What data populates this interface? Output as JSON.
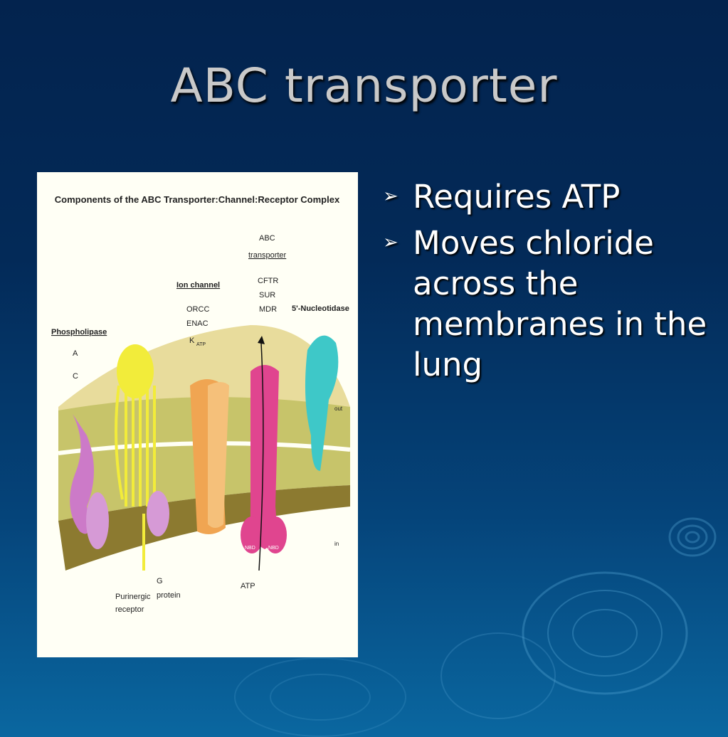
{
  "slide": {
    "title": "ABC transporter",
    "bullets": [
      {
        "text": "Requires ATP"
      },
      {
        "text": "Moves chloride across the membranes in the lung"
      }
    ],
    "bullet_icon": "arrowhead-bullet-icon"
  },
  "figure": {
    "title": "Components of the ABC Transporter:Channel:Receptor Complex",
    "labels": {
      "phospholipase": "Phospholipase",
      "phospholipase_sub_a": "A",
      "phospholipase_sub_c": "C",
      "ion_channel": "Ion channel",
      "ion_channel_items": [
        "ORCC",
        "ENAC",
        "K"
      ],
      "katp_sub": "ATP",
      "abc_transporter_line1": "ABC",
      "abc_transporter_line2": "transporter",
      "abc_items": [
        "CFTR",
        "SUR",
        "MDR"
      ],
      "nucleotidase": "5'-Nucleotidase",
      "out": "out",
      "in": "in",
      "nbd1": "NBD",
      "nbd2": "NBD",
      "atp": "ATP",
      "purinergic_line1": "Purinergic",
      "purinergic_line2": "receptor",
      "g_protein_line1": "G",
      "g_protein_line2": "protein"
    }
  },
  "colors": {
    "background_top": "#03234e",
    "background_bottom": "#0a67a0",
    "title": "#c9c9c9",
    "bullet_text": "#ffffff"
  }
}
